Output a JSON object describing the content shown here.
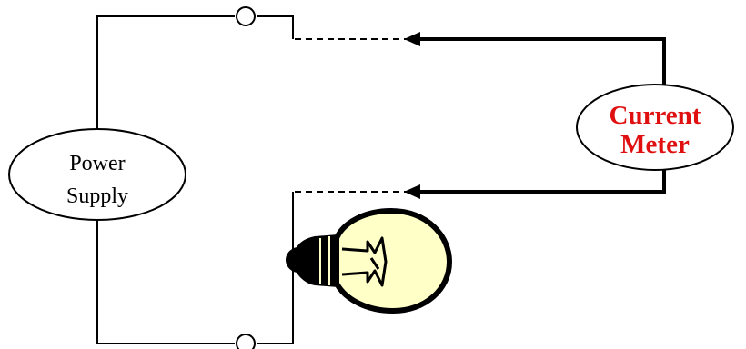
{
  "colors": {
    "wire": "#000000",
    "meter_label": "#e01010",
    "bulb_glass": "#ffffc8",
    "bulb_base": "#000000",
    "background": "#ffffff"
  },
  "power_supply": {
    "line1": "Power",
    "line2": "Supply"
  },
  "current_meter": {
    "line1": "Current",
    "line2": "Meter"
  },
  "icons": {
    "bulb": "light-bulb-icon",
    "terminal": "terminal-circle-icon",
    "arrow": "arrow-left-icon"
  }
}
